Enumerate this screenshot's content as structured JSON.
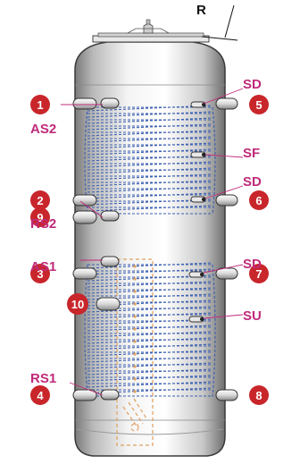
{
  "top_label": "R",
  "numbered_ports": [
    {
      "id": "1",
      "label": "1"
    },
    {
      "id": "2",
      "label": "2"
    },
    {
      "id": "3",
      "label": "3"
    },
    {
      "id": "4",
      "label": "4"
    },
    {
      "id": "5",
      "label": "5"
    },
    {
      "id": "6",
      "label": "6"
    },
    {
      "id": "7",
      "label": "7"
    },
    {
      "id": "8",
      "label": "8"
    },
    {
      "id": "9",
      "label": "9"
    },
    {
      "id": "10",
      "label": "10"
    }
  ],
  "left_labels": [
    {
      "id": "as2",
      "text": "AS2"
    },
    {
      "id": "rs2",
      "text": "RS2"
    },
    {
      "id": "as1",
      "text": "AS1"
    },
    {
      "id": "rs1",
      "text": "RS1"
    }
  ],
  "right_labels": [
    {
      "id": "sd-1",
      "text": "SD"
    },
    {
      "id": "sf",
      "text": "SF"
    },
    {
      "id": "sd-2",
      "text": "SD"
    },
    {
      "id": "sd-3",
      "text": "SD"
    },
    {
      "id": "su",
      "text": "SU"
    }
  ],
  "colors": {
    "port_marker": "#c8262b",
    "label_pink": "#c02a7a",
    "coil_blue": "#3a5fb0",
    "element_orange": "#e0a060",
    "tank_dark": "#555555",
    "tank_light": "#f2f2f2"
  }
}
